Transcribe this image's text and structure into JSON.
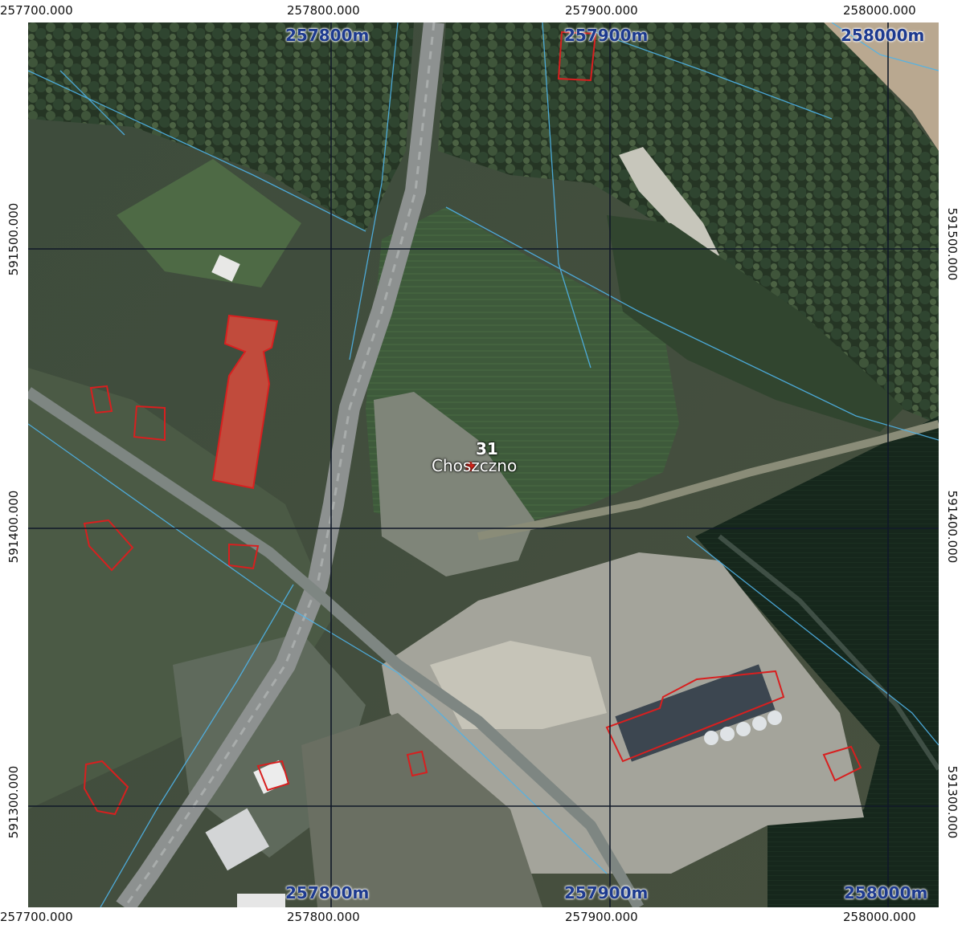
{
  "outer_coords": {
    "top": [
      "257700.000",
      "257800.000",
      "257900.000",
      "258000.000"
    ],
    "bottom": [
      "257700.000",
      "257800.000",
      "257900.000",
      "258000.000"
    ],
    "left": [
      "591500.000",
      "591400.000",
      "591300.000"
    ],
    "right": [
      "591500.000",
      "591400.000",
      "591300.000"
    ]
  },
  "inner_labels": {
    "top": [
      "257800m",
      "257900m",
      "258000m"
    ],
    "bottom": [
      "257800m",
      "257900m",
      "258000m"
    ]
  },
  "place": {
    "number": "31",
    "name": "Choszczno",
    "marker_color": "#e8281e"
  },
  "colors": {
    "parcel_outline": "#d81f1f",
    "parcel_line": "#4fb3e8",
    "grid": "#101828"
  }
}
